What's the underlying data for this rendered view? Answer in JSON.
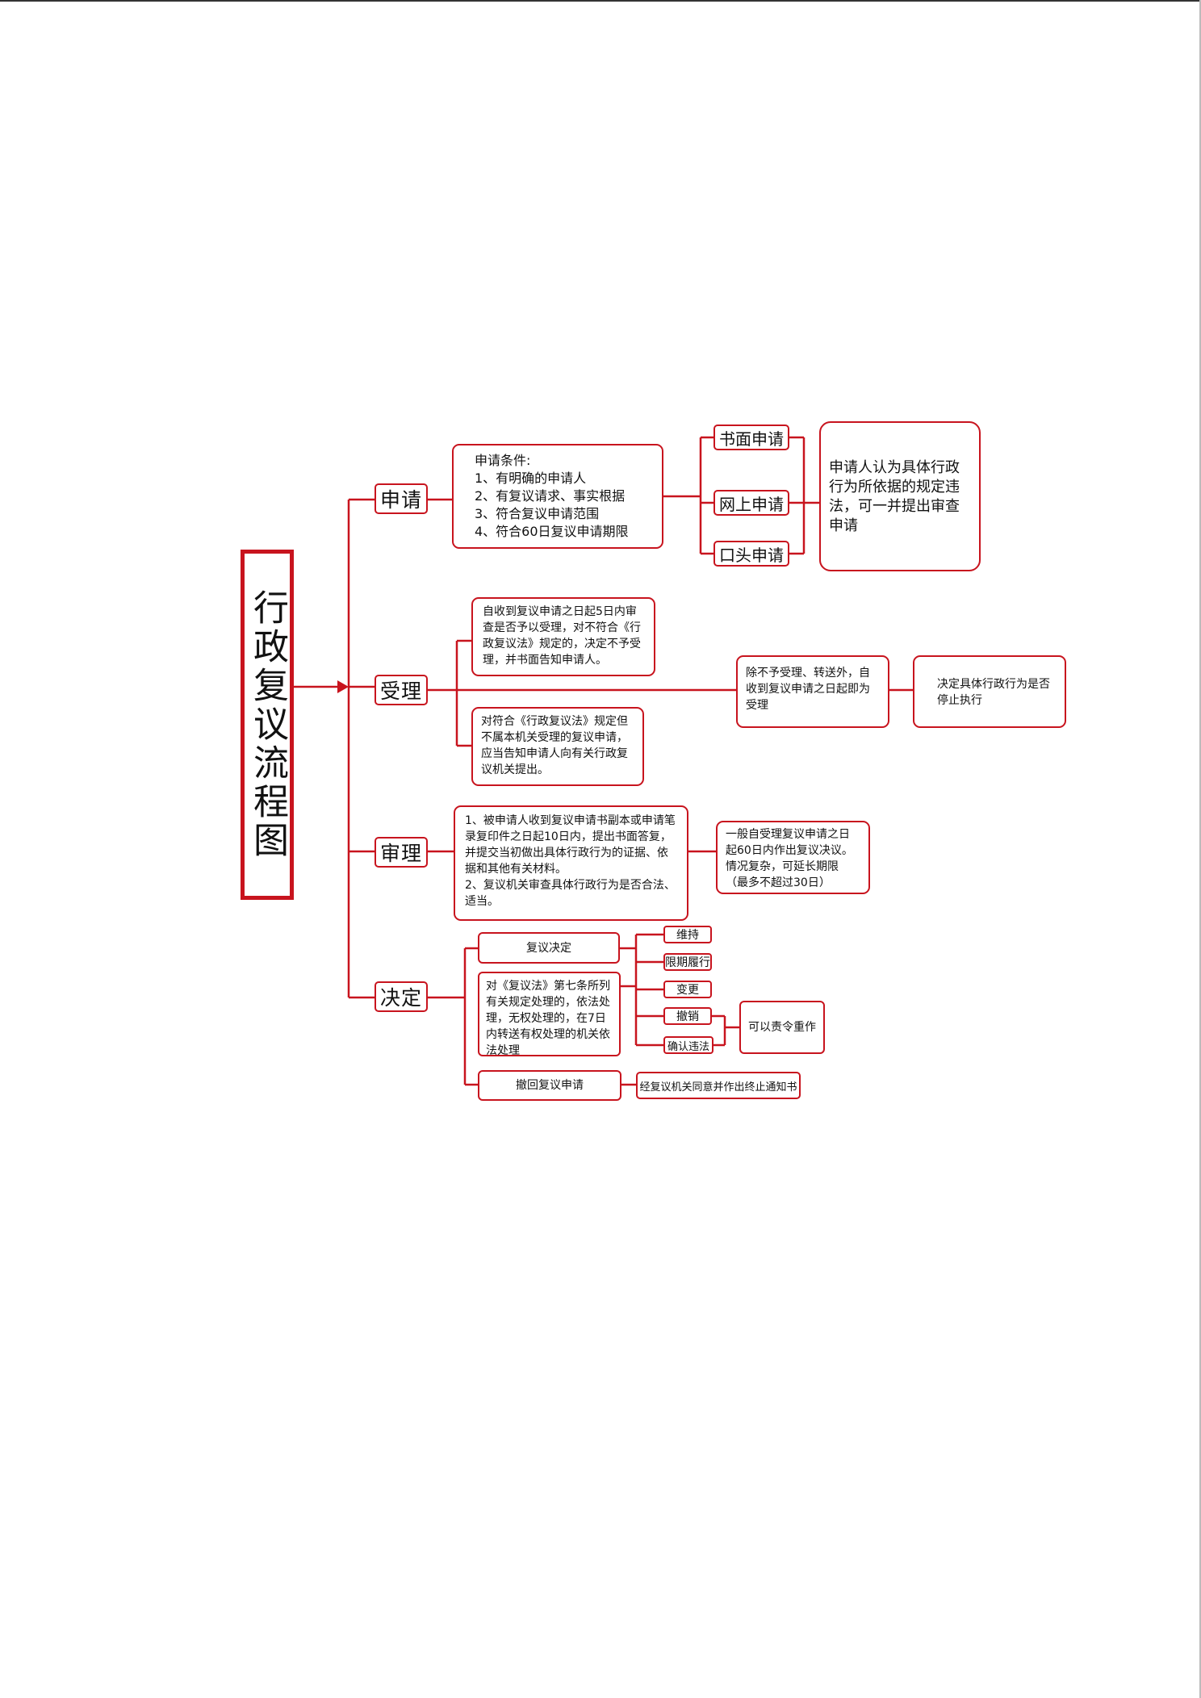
{
  "title": "行政复议流程图",
  "colors": {
    "accent": "#c8141e",
    "background": "#ffffff"
  },
  "stages": {
    "apply": "申请",
    "accept": "受理",
    "review": "审理",
    "decide": "决定"
  },
  "apply": {
    "conditions": "申请条件:\n1、有明确的申请人\n2、有复议请求、事实根据\n3、符合复议申请范围\n4、符合60日复议申请期限",
    "methods": [
      "书面申请",
      "网上申请",
      "口头申请"
    ],
    "note": "申请人认为具体行政行为所依据的规定违法，可一并提出审查申请"
  },
  "accept": {
    "within_5_days": "自收到复议申请之日起5日内审查是否予以受理，对不符合《行政复议法》规定的，决定不予受理，并书面告知申请人。",
    "not_this_agency": "对符合《行政复议法》规定但不属本机关受理的复议申请，应当告知申请人向有关行政复议机关提出。",
    "otherwise": "除不予受理、转送外，自收到复议申请之日起即为受理",
    "suspend": "决定具体行政行为是否停止执行"
  },
  "review": {
    "details": "1、被申请人收到复议申请书副本或申请笔录复印件之日起10日内，提出书面答复，并提交当初做出具体行政行为的证据、依据和其他有关材料。\n2、复议机关审查具体行政行为是否合法、适当。",
    "deadline": "一般自受理复议申请之日起60日内作出复议决议。情况复杂，可延长期限（最多不超过30日）"
  },
  "decide": {
    "decision": "复议决定",
    "article7": "对《复议法》第七条所列有关规定处理的，依法处理，无权处理的，在7日内转送有权处理的机关依法处理",
    "outcomes": [
      "维持",
      "限期履行",
      "变更",
      "撤销",
      "确认违法"
    ],
    "redo": "可以责令重作",
    "withdraw": "撤回复议申请",
    "withdraw_note": "经复议机关同意并作出终止通知书"
  }
}
